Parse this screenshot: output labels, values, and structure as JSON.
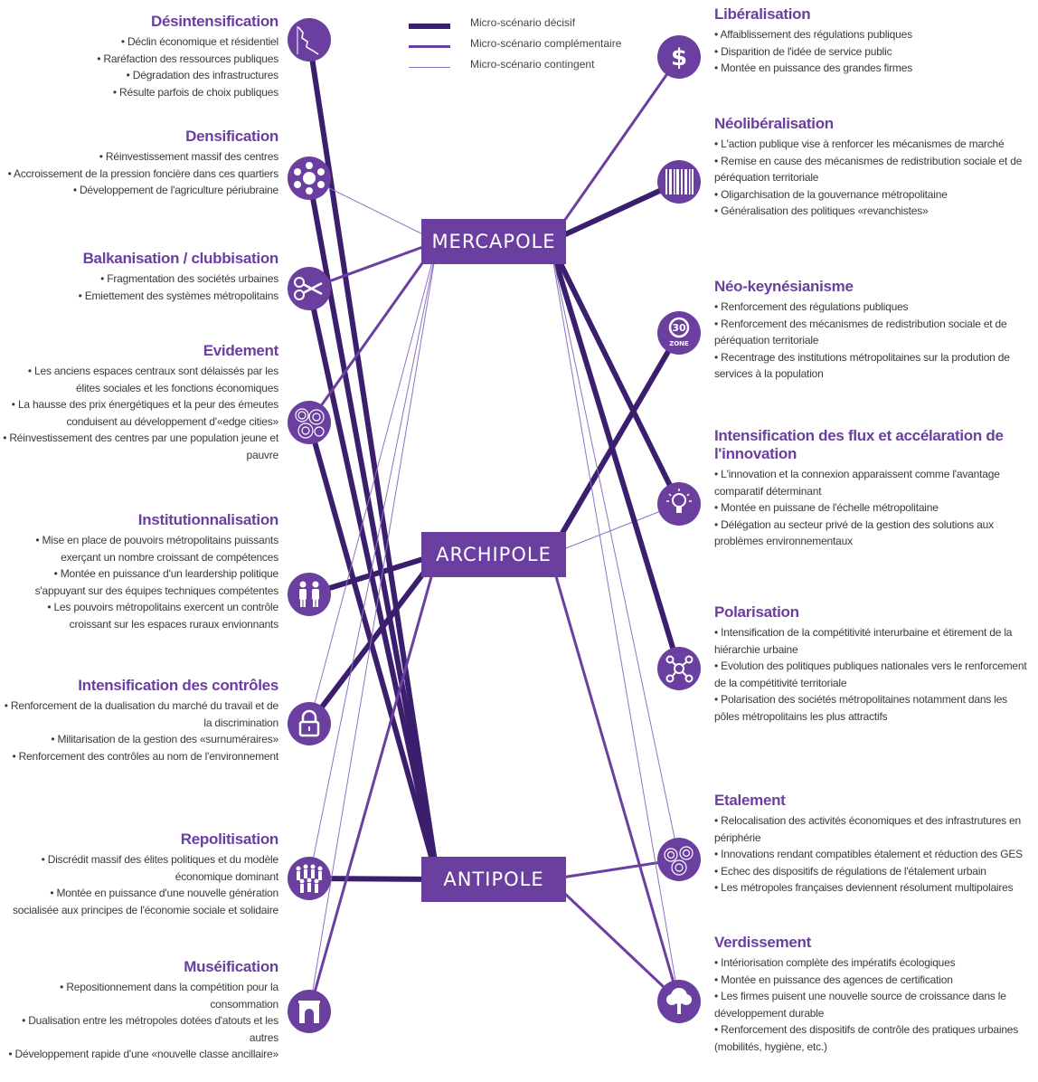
{
  "colors": {
    "purple": "#6a3fa0",
    "dark_purple": "#3b1f6e",
    "light_purple": "#8f73c1"
  },
  "legend": [
    {
      "label": "Micro-scénario décisif",
      "weight": "decisive"
    },
    {
      "label": "Micro-scénario complémentaire",
      "weight": "complementary"
    },
    {
      "label": "Micro-scénario contingent",
      "weight": "contingent"
    }
  ],
  "hubs": {
    "mercapole": "MERCAPOLE",
    "archipole": "ARCHIPOLE",
    "antipole": "ANTIPOLE"
  },
  "left": [
    {
      "id": "desintensification",
      "icon": "declining-graph-icon",
      "title": "Désintensification",
      "items": [
        "Déclin économique et résidentiel",
        "Raréfaction des ressources publiques",
        "Dégradation des infrastructures",
        "Résulte parfois de choix publiques"
      ]
    },
    {
      "id": "densification",
      "icon": "densification-icon",
      "title": "Densification",
      "items": [
        "Réinvestissement massif des centres",
        "Accroissement de la pression foncière dans ces quartiers",
        "Développement de l'agriculture périubraine"
      ]
    },
    {
      "id": "balkanisation",
      "icon": "scissors-icon",
      "title": "Balkanisation / clubbisation",
      "items": [
        "Fragmentation des sociétés urbaines",
        "Emiettement des systèmes métropolitains"
      ]
    },
    {
      "id": "evidement",
      "icon": "concentric-circles-icon",
      "title": "Evidement",
      "items": [
        "Les anciens espaces centraux sont délaissés par les élites sociales et les fonctions économiques",
        "La hausse des prix énergétiques et la peur des émeutes conduisent au développement d'«edge cities»",
        "Réinvestissement des centres par une population jeune et pauvre"
      ]
    },
    {
      "id": "institutionnalisation",
      "icon": "two-people-icon",
      "title": "Institutionnalisation",
      "items": [
        "Mise en place de pouvoirs métropolitains puissants exerçant un nombre croissant de compétences",
        "Montée en puissance d'un leardership politique s'appuyant sur des équipes techniques compétentes",
        "Les pouvoirs métropolitains exercent un contrôle croissant sur les espaces ruraux envionnants"
      ]
    },
    {
      "id": "controles",
      "icon": "padlock-icon",
      "title": "Intensification des contrôles",
      "items": [
        "Renforcement de la dualisation du marché du travail et de la discrimination",
        "Militarisation de la gestion des «surnuméraires»",
        "Renforcement des contrôles au nom de l'environnement"
      ]
    },
    {
      "id": "repolitisation",
      "icon": "crowd-icon",
      "title": "Repolitisation",
      "items": [
        "Discrédit massif des élites politiques et du modèle économique dominant",
        "Montée en puissance d'une nouvelle génération socialisée aux principes de l'économie sociale et solidaire"
      ]
    },
    {
      "id": "museification",
      "icon": "arch-monument-icon",
      "title": "Muséification",
      "items": [
        "Repositionnement dans la compétition pour la consommation",
        "Dualisation entre les métropoles dotées d'atouts et les autres",
        "Développement rapide d'une «nouvelle classe ancillaire»"
      ]
    }
  ],
  "right": [
    {
      "id": "liberalisation",
      "icon": "dollar-icon",
      "title": "Libéralisation",
      "items": [
        "Affaiblissement des régulations publiques",
        "Disparition de l'idée de service public",
        "Montée en puissance des grandes firmes"
      ]
    },
    {
      "id": "neoliberalisation",
      "icon": "barcode-icon",
      "title": "Néolibéralisation",
      "items": [
        "L'action publique vise à renforcer les mécanismes de marché",
        "Remise en cause des mécanismes de redistribution sociale et de péréquation territoriale",
        "Oligarchisation de la gouvernance métropolitaine",
        "Généralisation des politiques «revanchistes»"
      ]
    },
    {
      "id": "neokeynesianisme",
      "icon": "zone-30-icon",
      "title": "Néo-keynésianisme",
      "icon_text": [
        "30",
        "ZONE"
      ],
      "items": [
        "Renforcement des régulations publiques",
        "Renforcement des mécanismes de redistribution sociale et de péréquation territoriale",
        "Recentrage des institutions métropolitaines sur la prodution de services à la population"
      ]
    },
    {
      "id": "intensification_flux",
      "icon": "lightbulb-icon",
      "title": "Intensification des flux et accélaration de l'innovation",
      "items": [
        "L'innovation et la connexion apparaissent comme l'avantage comparatif déterminant",
        "Montée en puissane de l'échelle métropolitaine",
        "Délégation au secteur privé de la gestion des solutions aux problèmes environnementaux"
      ]
    },
    {
      "id": "polarisation",
      "icon": "network-nodes-icon",
      "title": "Polarisation",
      "items": [
        "Intensification de la compétitivité interurbaine et étirement de la hiérarchie urbaine",
        "Evolution des politiques publiques nationales vers le renforcement de la compétitivité territoriale",
        "Polarisation des sociétés métropolitaines notamment dans les pôles métropolitains les plus attractifs"
      ]
    },
    {
      "id": "etalement",
      "icon": "spread-circles-icon",
      "title": "Etalement",
      "items": [
        "Relocalisation des activités économiques et des infrastrutures en périphérie",
        "Innovations rendant compatibles étalement et réduction des GES",
        "Echec des dispositifs de régulations de l'étalement urbain",
        "Les métropoles françaises deviennent résolument multipolaires"
      ]
    },
    {
      "id": "verdissement",
      "icon": "tree-icon",
      "title": "Verdissement",
      "items": [
        "Intériorisation complète des impératifs écologiques",
        "Montée en puissance des agences de certification",
        "Les firmes puisent une nouvelle source de croissance dans le développement durable",
        "Renforcement des dispositifs de contrôle des pratiques urbaines (mobilités, hygiène, etc.)"
      ]
    }
  ],
  "links": [
    {
      "from": "desintensification",
      "to": "antipole",
      "weight": "decisive"
    },
    {
      "from": "densification",
      "to": "mercapole",
      "weight": "contingent"
    },
    {
      "from": "densification",
      "to": "antipole",
      "weight": "decisive"
    },
    {
      "from": "balkanisation",
      "to": "mercapole",
      "weight": "complementary"
    },
    {
      "from": "balkanisation",
      "to": "antipole",
      "weight": "decisive"
    },
    {
      "from": "evidement",
      "to": "mercapole",
      "weight": "complementary"
    },
    {
      "from": "evidement",
      "to": "antipole",
      "weight": "decisive"
    },
    {
      "from": "institutionnalisation",
      "to": "archipole",
      "weight": "decisive"
    },
    {
      "from": "controles",
      "to": "archipole",
      "weight": "decisive"
    },
    {
      "from": "controles",
      "to": "mercapole",
      "weight": "contingent"
    },
    {
      "from": "repolitisation",
      "to": "antipole",
      "weight": "decisive"
    },
    {
      "from": "repolitisation",
      "to": "mercapole",
      "weight": "contingent"
    },
    {
      "from": "museification",
      "to": "archipole",
      "weight": "complementary"
    },
    {
      "from": "museification",
      "to": "mercapole",
      "weight": "contingent"
    },
    {
      "from": "liberalisation",
      "to": "mercapole",
      "weight": "complementary"
    },
    {
      "from": "neoliberalisation",
      "to": "mercapole",
      "weight": "decisive"
    },
    {
      "from": "neokeynesianisme",
      "to": "archipole",
      "weight": "decisive"
    },
    {
      "from": "intensification_flux",
      "to": "mercapole",
      "weight": "decisive"
    },
    {
      "from": "intensification_flux",
      "to": "archipole",
      "weight": "contingent"
    },
    {
      "from": "polarisation",
      "to": "mercapole",
      "weight": "decisive"
    },
    {
      "from": "etalement",
      "to": "mercapole",
      "weight": "contingent"
    },
    {
      "from": "etalement",
      "to": "antipole",
      "weight": "complementary"
    },
    {
      "from": "verdissement",
      "to": "archipole",
      "weight": "complementary"
    },
    {
      "from": "verdissement",
      "to": "antipole",
      "weight": "complementary"
    },
    {
      "from": "verdissement",
      "to": "mercapole",
      "weight": "contingent"
    }
  ]
}
